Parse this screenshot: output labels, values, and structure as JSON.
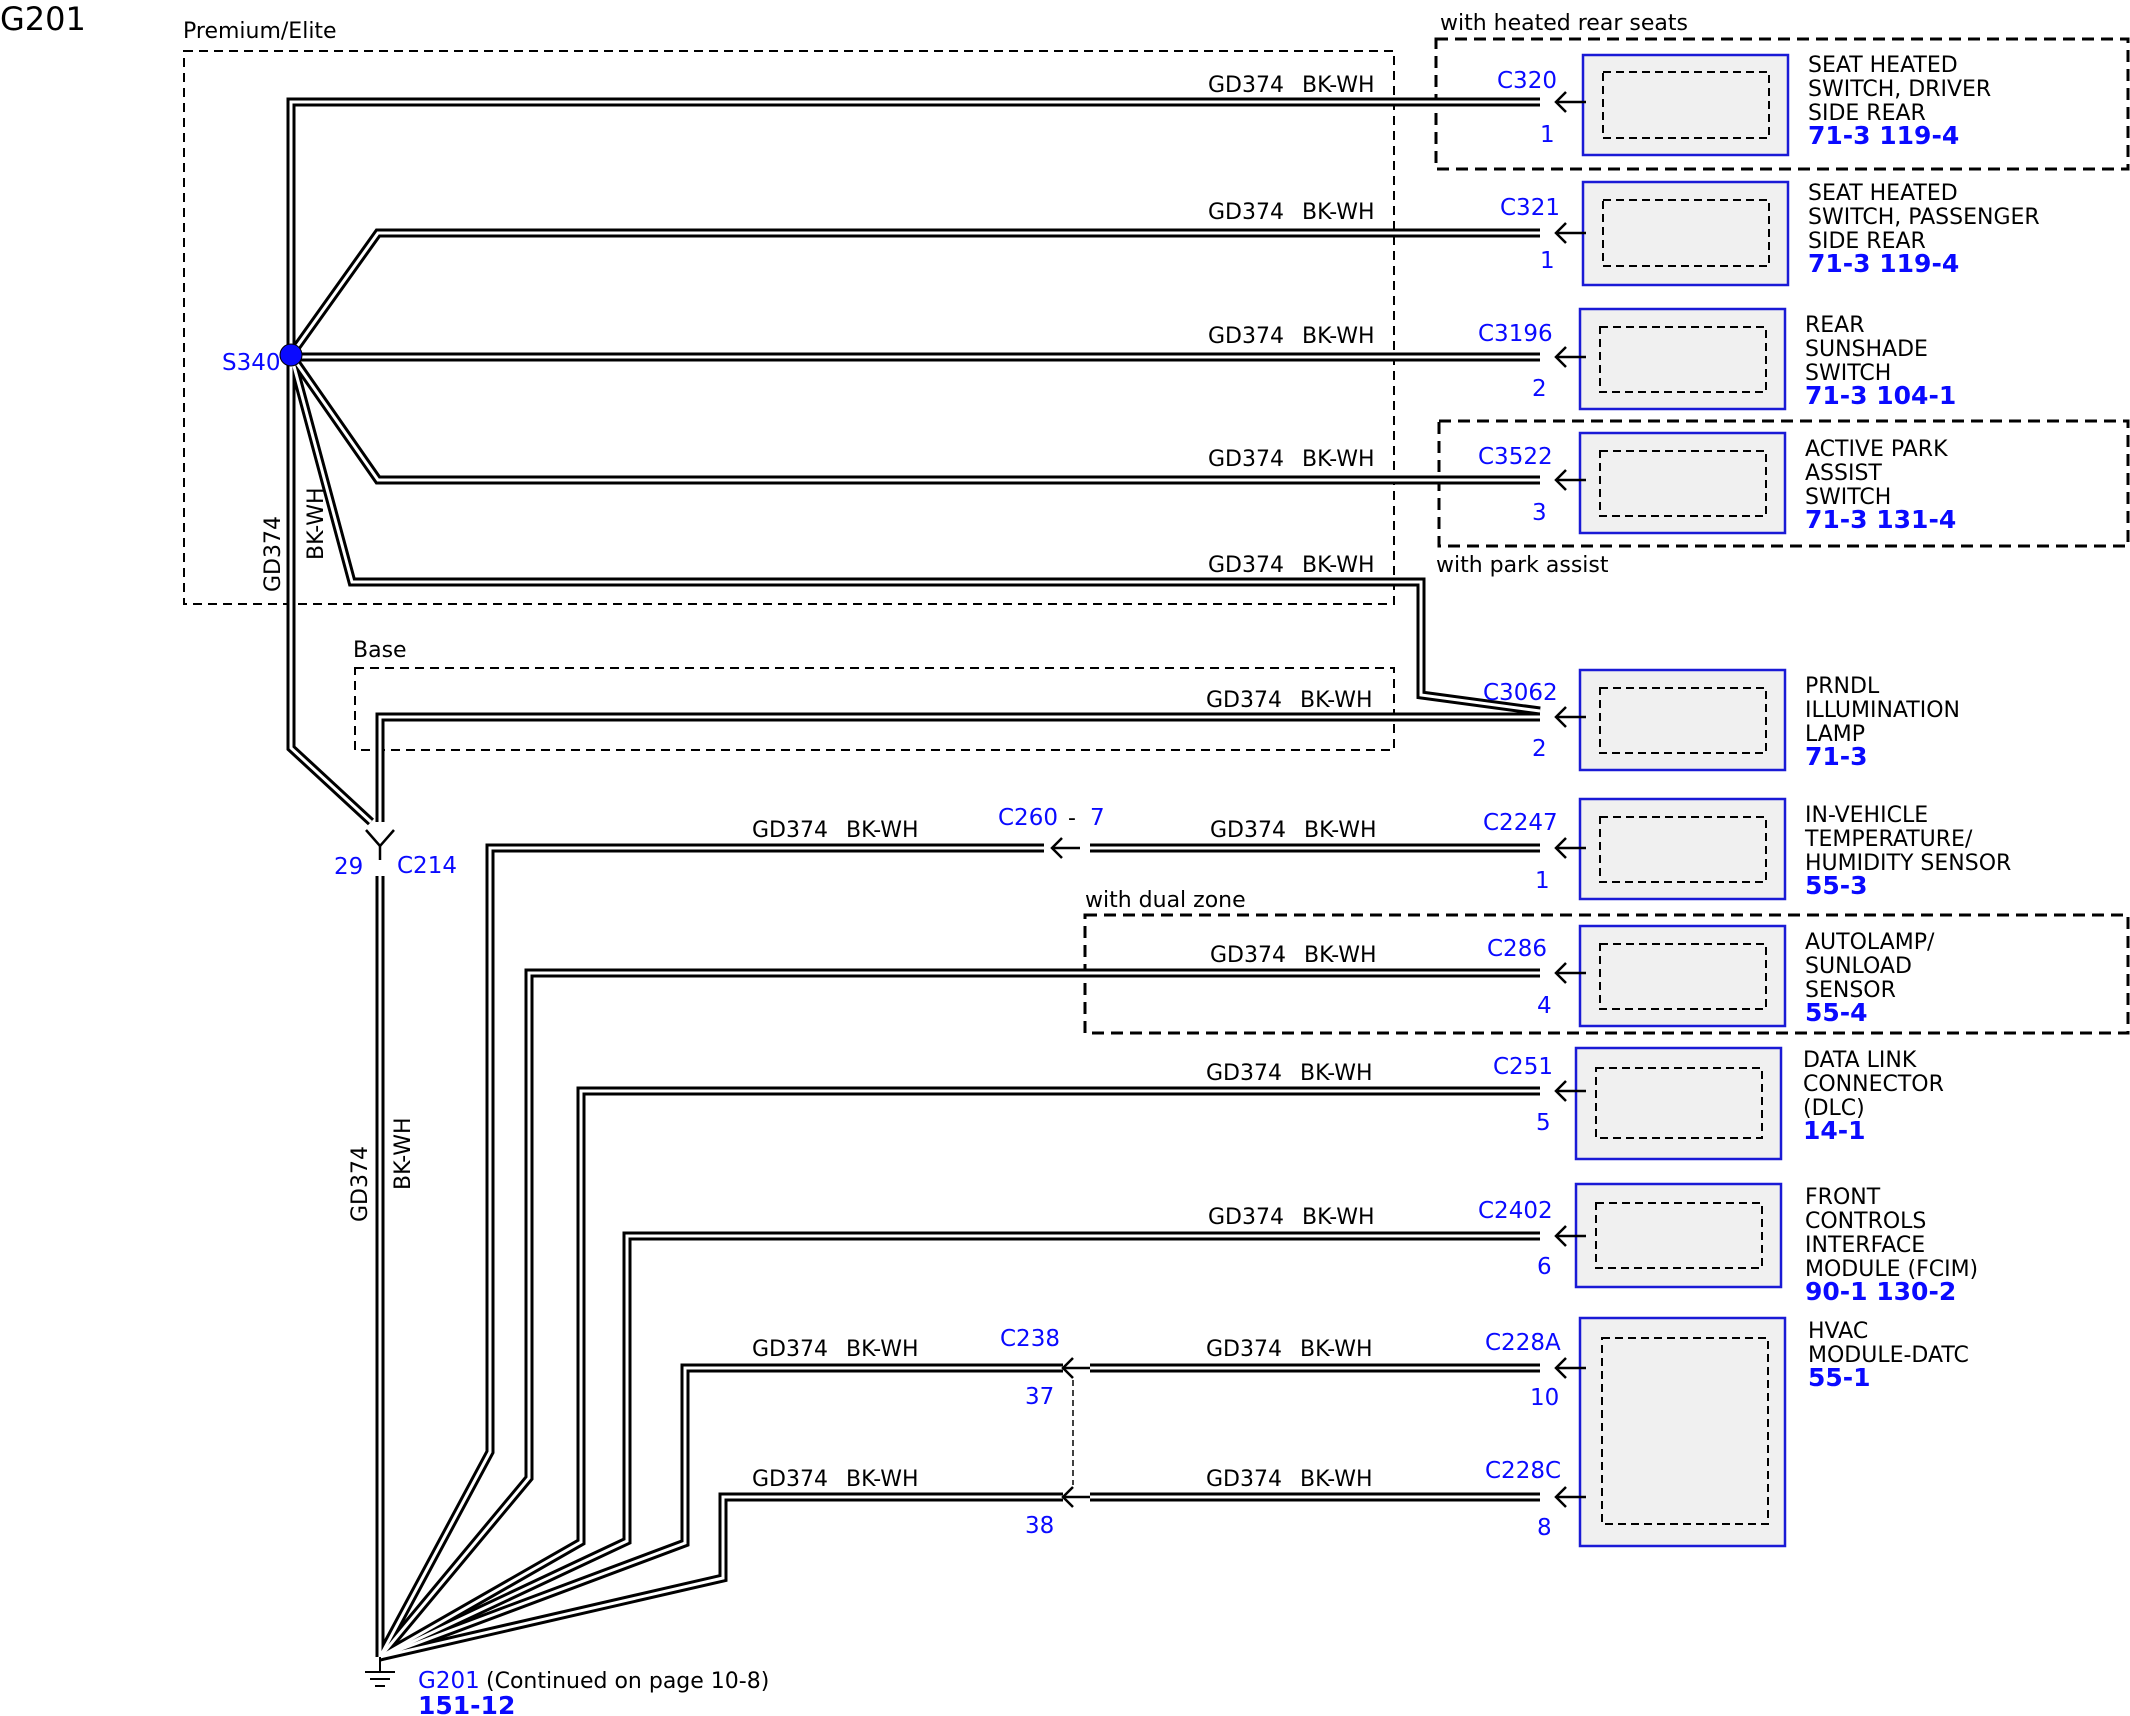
{
  "page_label": "G201",
  "colors": {
    "wire": "#000000",
    "connector": "#0a0aff",
    "component_border": "#1a1ad6",
    "component_fill": "#f0f0f0"
  },
  "wire": {
    "circuit": "GD374",
    "color": "BK-WH"
  },
  "option_groups": {
    "premium": "Premium/Elite",
    "base": "Base",
    "heated_seats": "with heated rear seats",
    "park_assist": "with park assist",
    "dual_zone": "with dual zone"
  },
  "splice": {
    "id": "S340"
  },
  "inline_c214": {
    "id": "C214",
    "pin": "29"
  },
  "inline_c260": {
    "id": "C260",
    "sep": "-",
    "pin": "7"
  },
  "inline_c238": {
    "id": "C238",
    "pin_a": "37",
    "pin_b": "38"
  },
  "ground": {
    "id": "G201",
    "note": "(Continued on page 10-8)",
    "ref": "151-12"
  },
  "components": [
    {
      "connector": "C320",
      "pin": "1",
      "lines": [
        "SEAT HEATED",
        "SWITCH, DRIVER",
        "SIDE REAR"
      ],
      "refs": "71-3  119-4"
    },
    {
      "connector": "C321",
      "pin": "1",
      "lines": [
        "SEAT HEATED",
        "SWITCH, PASSENGER",
        "SIDE REAR"
      ],
      "refs": "71-3  119-4"
    },
    {
      "connector": "C3196",
      "pin": "2",
      "lines": [
        "REAR",
        "SUNSHADE",
        "SWITCH"
      ],
      "refs": "71-3  104-1"
    },
    {
      "connector": "C3522",
      "pin": "3",
      "lines": [
        "ACTIVE PARK",
        "ASSIST",
        "SWITCH"
      ],
      "refs": "71-3  131-4"
    },
    {
      "connector": "C3062",
      "pin": "2",
      "lines": [
        "PRNDL",
        "ILLUMINATION",
        "LAMP"
      ],
      "refs": "71-3"
    },
    {
      "connector": "C2247",
      "pin": "1",
      "lines": [
        "IN-VEHICLE",
        "TEMPERATURE/",
        "HUMIDITY SENSOR"
      ],
      "refs": "55-3"
    },
    {
      "connector": "C286",
      "pin": "4",
      "lines": [
        "AUTOLAMP/",
        "SUNLOAD",
        "SENSOR"
      ],
      "refs": "55-4"
    },
    {
      "connector": "C251",
      "pin": "5",
      "lines": [
        "DATA LINK",
        "CONNECTOR",
        "(DLC)"
      ],
      "refs": "14-1"
    },
    {
      "connector": "C2402",
      "pin": "6",
      "lines": [
        "FRONT",
        "CONTROLS",
        "INTERFACE",
        "MODULE (FCIM)"
      ],
      "refs": "90-1  130-2"
    },
    {
      "connector": "C228A",
      "pin": "10",
      "lines": [
        "HVAC",
        "MODULE-DATC"
      ],
      "refs": "55-1"
    },
    {
      "connector": "C228C",
      "pin": "8",
      "lines": [],
      "refs": ""
    }
  ]
}
